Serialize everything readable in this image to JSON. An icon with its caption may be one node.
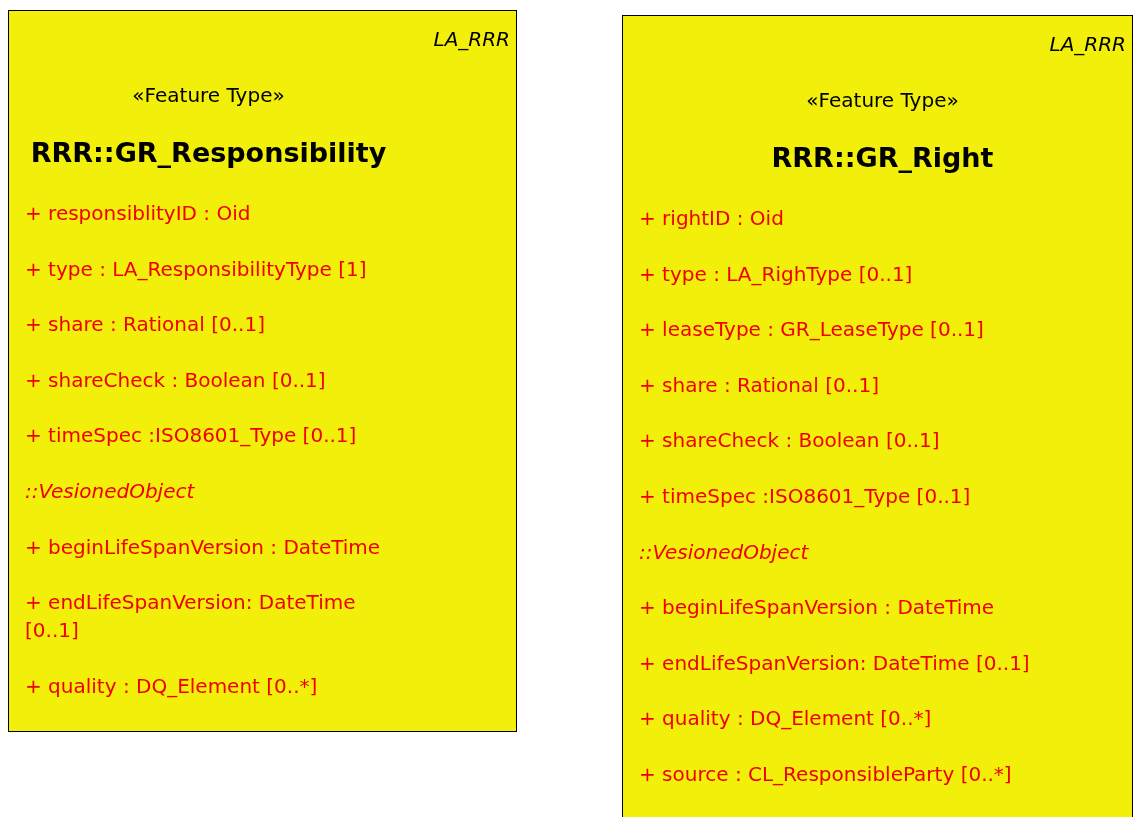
{
  "diagram": {
    "nodes": [
      {
        "text": [
          "LA_RRR",
          "«Feature Type»",
          "RRR::GR_Responsibility",
          "+ responsiblityID : Oid",
          "+ type : LA_ResponsibilityType [1]",
          "+ share : Rational [0..1]",
          "+ shareCheck : Boolean [0..1]",
          "+ timeSpec :ISO8601_Type [0..1]",
          "*::VesionedObject*",
          "+ beginLifeSpanVersion : DateTime",
          "+ endLifeSpanVersion: DateTime [0..1]",
          "+ quality : DQ_Element [0..*]"
        ]
      },
      {
        "text": [
          "LA_RRR",
          "«Feature Type»",
          "RRR::GR_Right",
          "+ rightID : Oid",
          "+ type : LA_RighType [0..1]",
          "+ leaseType : GR_LeaseType [0..1]",
          "+ share : Rational [0..1]",
          "+ shareCheck : Boolean [0..1]",
          "+ timeSpec :ISO8601_Type [0..1]",
          "*::VesionedObject*",
          "+ beginLifeSpanVersion : DateTime",
          "+ endLifeSpanVersion: DateTime [0..1]",
          "+ quality : DQ_Element [0..*]",
          "+ source : CL_ResponsibleParty [0..*]"
        ]
      }
    ]
  }
}
